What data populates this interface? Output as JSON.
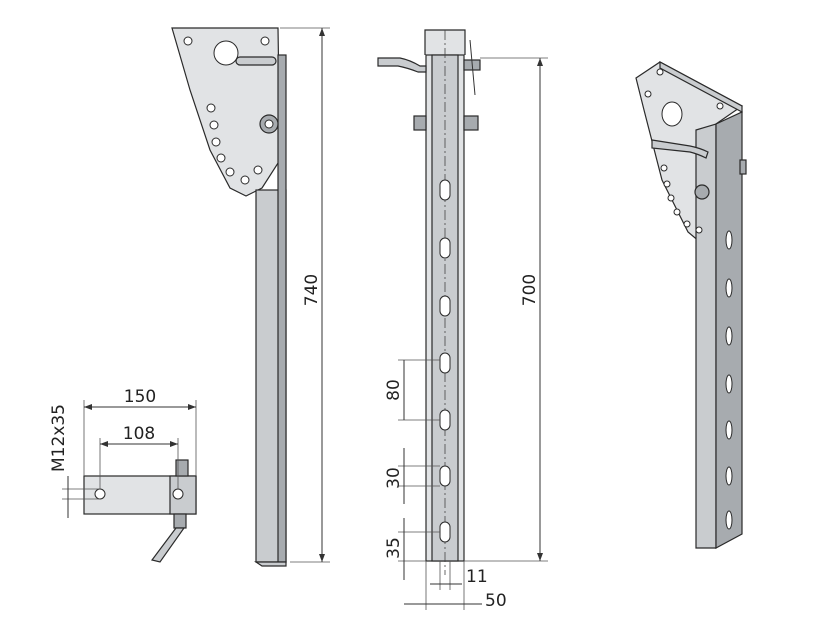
{
  "dimensions": {
    "total_height": "740",
    "slot_span": "700",
    "slot_pitch": "80",
    "slot_length": "30",
    "bottom_offset": "35",
    "slot_width": "11",
    "tube_width": "50",
    "plate_width": "150",
    "hole_spacing": "108",
    "bolt_size": "M12x35"
  },
  "colors": {
    "steel": "#c9cccf",
    "steel_shadow": "#a7abaf",
    "line": "#2a2a2a"
  }
}
